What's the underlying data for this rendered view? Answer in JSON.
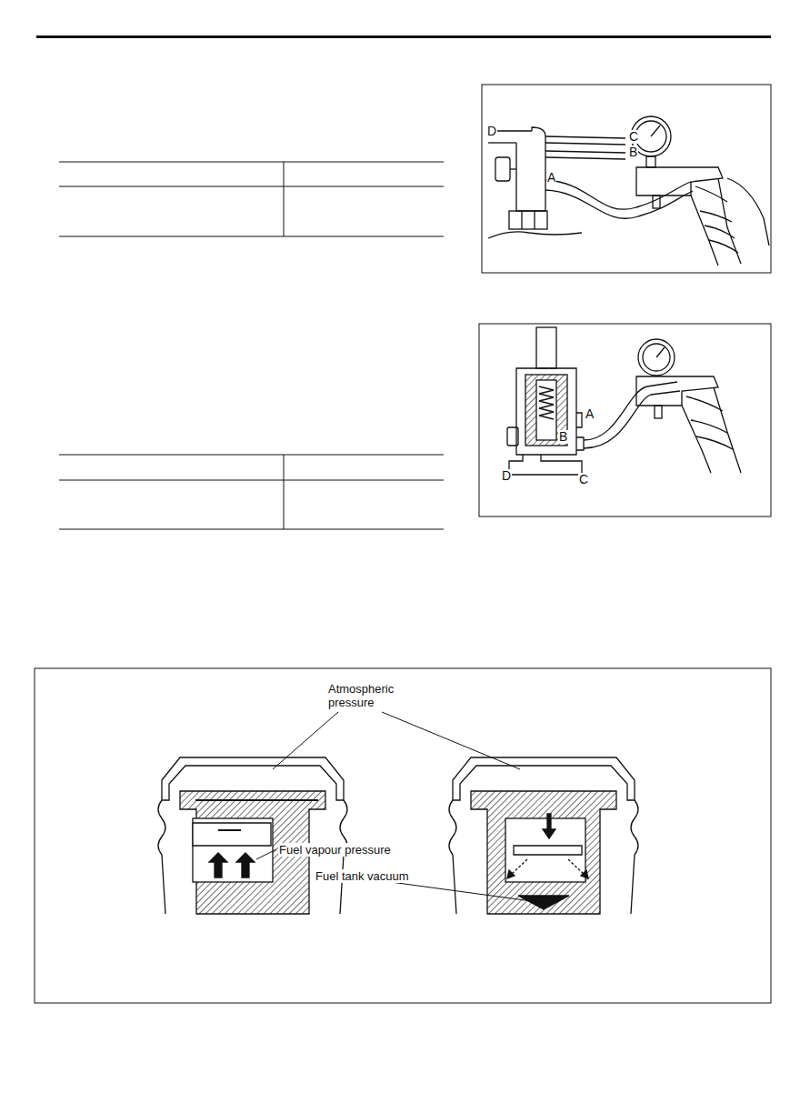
{
  "diagram": {
    "labels": [
      "D",
      "C",
      "B",
      "A",
      "A",
      "B",
      "D",
      "C",
      "Atmospheric pressure",
      "Fuel vapour pressure",
      "Fuel tank vacuum"
    ]
  }
}
